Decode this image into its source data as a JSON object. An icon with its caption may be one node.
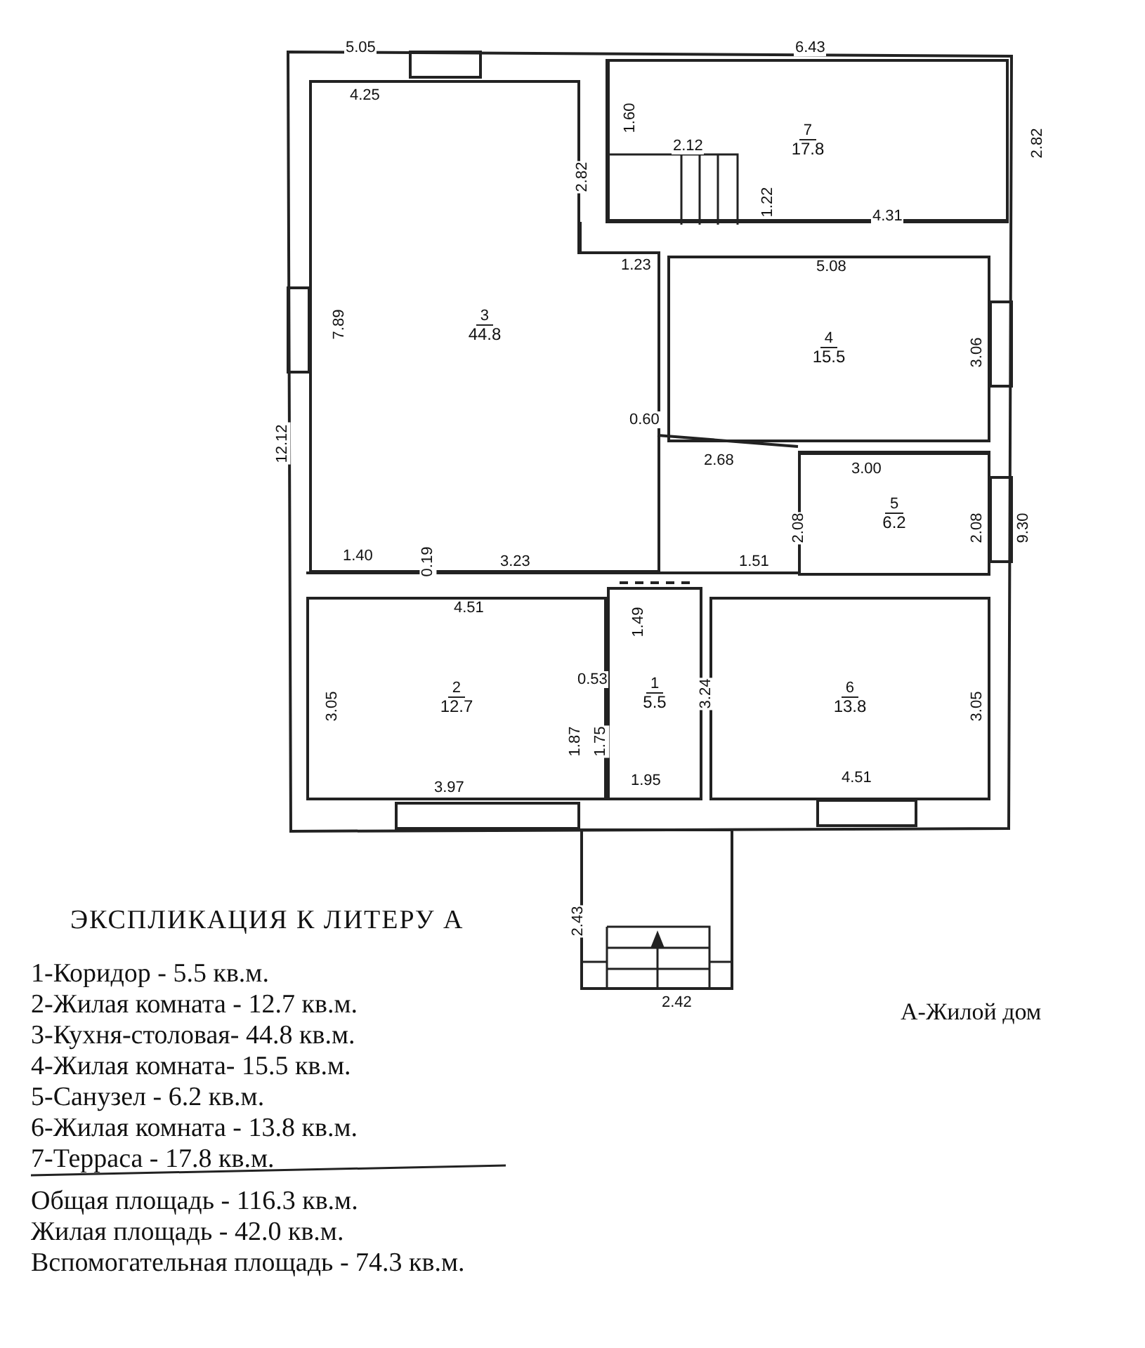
{
  "diagram": {
    "title": "ЭКСПЛИКАЦИЯ К ЛИТЕРУ А",
    "nodes": [
      {
        "text": [
          "7",
          "17.8"
        ]
      },
      {
        "text": [
          "3",
          "44.8"
        ]
      },
      {
        "text": [
          "4",
          "15.5"
        ]
      },
      {
        "text": [
          "5",
          "6.2"
        ]
      },
      {
        "text": [
          "2",
          "12.7"
        ]
      },
      {
        "text": [
          "1",
          "5.5"
        ]
      },
      {
        "text": [
          "6",
          "13.8"
        ]
      },
      {
        "text": [],
        "shape": "box"
      }
    ],
    "edges": [],
    "labels": [
      "5.05",
      "6.43",
      "4.25",
      "1.60",
      "2.82",
      "2.12",
      "1.22",
      "2.82",
      "4.31",
      "1.23",
      "5.08",
      "7.89",
      "3.06",
      "12.12",
      "0.60",
      "2.68",
      "3.00",
      "2.08",
      "2.08",
      "9.30",
      "1.40",
      "0.19",
      "3.23",
      "1.51",
      "4.51",
      "1.49",
      "3.05",
      "0.53",
      "3.24",
      "1.87",
      "1.75",
      "3.97",
      "1.95",
      "4.51",
      "3.05",
      "2.43",
      "2.42",
      "А-Жилой дом",
      "1-Коридор - 5.5 кв.м.",
      "2-Жилая комната - 12.7 кв.м.",
      "3-Кухня-столовая- 44.8 кв.м.",
      "4-Жилая комната- 15.5 кв.м.",
      "5-Санузел - 6.2 кв.м.",
      "6-Жилая комната - 13.8 кв.м.",
      "7-Терраса - 17.8 кв.м.",
      "Общая площадь - 116.3 кв.м.",
      "Жилая площадь - 42.0 кв.м.",
      "Вспомогательная площадь - 74.3 кв.м."
    ]
  }
}
